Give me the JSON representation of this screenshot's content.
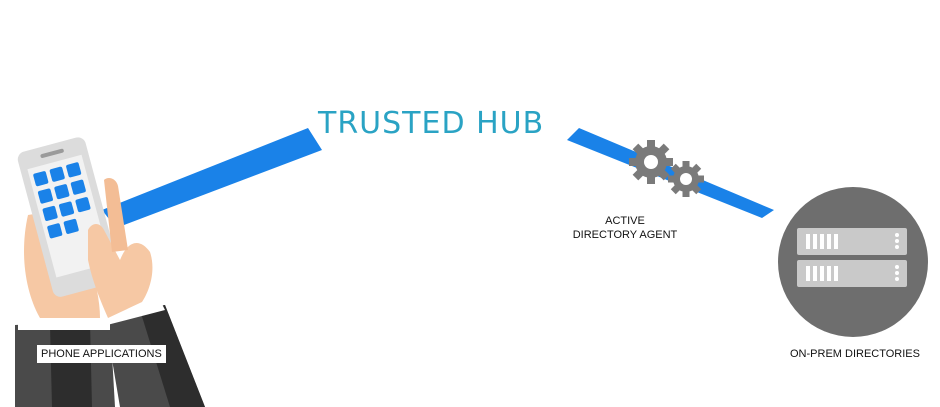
{
  "title": "TRUSTED HUB",
  "labels": {
    "phone": "PHONE APPLICATIONS",
    "agent_line1": "ACTIVE",
    "agent_line2": "DIRECTORY AGENT",
    "onprem": "ON-PREM DIRECTORIES"
  },
  "icons": [
    "phone-hand-icon",
    "gear-icon",
    "server-icon"
  ],
  "colors": {
    "title": "#2aa3c4",
    "connector": "#1a82e8",
    "gear": "#7a7a7a",
    "server_circle": "#6e6e6e",
    "server_body": "#c9c9c9",
    "phone_key": "#1a82e8",
    "skin": "#f6c8a4",
    "sleeve": "#4a4a4a"
  }
}
